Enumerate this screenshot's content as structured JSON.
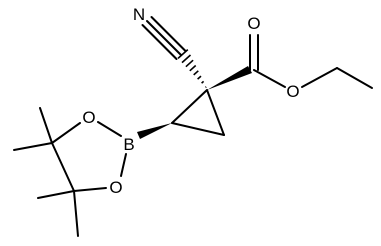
{
  "molecule": {
    "labels": {
      "n_nitrile": "N",
      "o_carbonyl": "O",
      "o_ester": "O",
      "b_boron": "B",
      "o_ring_top": "O",
      "o_ring_bottom": "O"
    }
  }
}
